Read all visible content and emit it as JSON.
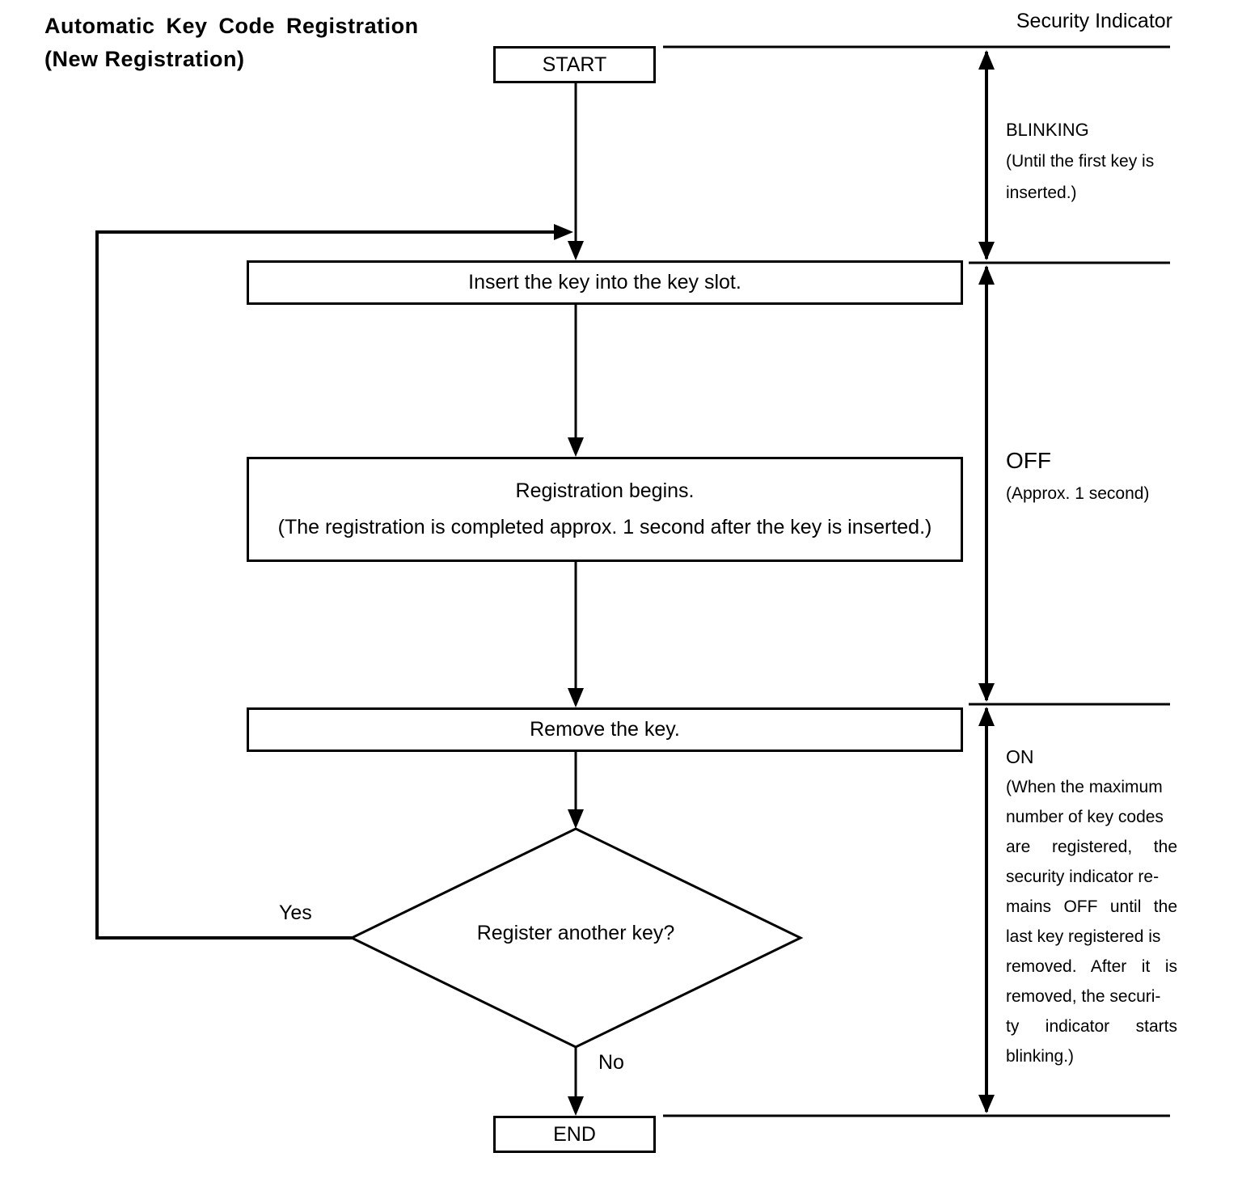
{
  "title": {
    "line1": "Automatic Key Code Registration",
    "line2": "(New Registration)"
  },
  "security_indicator_header": "Security Indicator",
  "flow": {
    "start_label": "START",
    "insert_step": "Insert the key into the key slot.",
    "registration_line1": "Registration begins.",
    "registration_line2": "(The registration is completed approx. 1 second after the key is inserted.)",
    "remove_step": "Remove the key.",
    "decision": "Register another key?",
    "yes_label": "Yes",
    "no_label": "No",
    "end_label": "END"
  },
  "security_states": {
    "blinking": {
      "label": "BLINKING",
      "lines": [
        "(Until the first key is",
        "inserted.)"
      ]
    },
    "off": {
      "label": "OFF",
      "lines": [
        "(Approx. 1 second)"
      ]
    },
    "on": {
      "label": "ON",
      "lines": [
        "(When the maximum",
        "number of key codes",
        "are registered, the",
        "security indicator re-",
        "mains OFF until the",
        "last key registered is",
        "removed. After it is",
        "removed, the securi-",
        "ty indicator starts",
        "blinking.)"
      ]
    }
  },
  "colors": {
    "ink": "#000000",
    "background": "#ffffff"
  }
}
